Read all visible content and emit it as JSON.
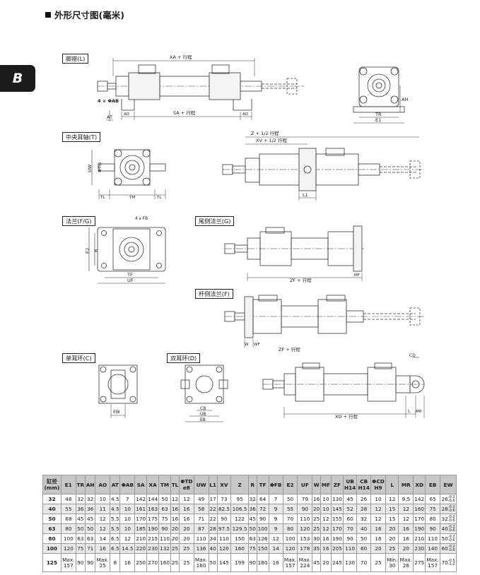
{
  "page": {
    "title": "外形尺寸图(毫米)",
    "section_tab": "B"
  },
  "views": {
    "foot": "脚座(L)",
    "center_trunnion": "中央耳轴(T)",
    "flange": "法兰(F/G)",
    "rear_flange": "尾侧法兰(G)",
    "rod_flange": "杆侧法兰(F)",
    "single_clevis": "单耳环(C)",
    "double_clevis": "双耳环(D)"
  },
  "dims": {
    "xa": "XA + 行程",
    "sa": "SA + 行程",
    "zf": "ZF + 行程",
    "zf_rear": "ZF + 行程",
    "z": "Z + 1/2 行程",
    "xv": "XV + 1/2 行程",
    "xd": "XD + 行程",
    "hole": "4 × ΦAB",
    "fb": "4 x FB",
    "at": "AT",
    "ao": "AO",
    "ao2": "AO",
    "tr": "TR",
    "e1": "E1",
    "ah": "AH",
    "uw": "UW",
    "td": "ΦTD",
    "tl": "TL",
    "tl2": "TL",
    "tm": "TM",
    "l1": "L1",
    "e2": "E2",
    "r": "R",
    "tf": "TF",
    "uf": "UF",
    "mf": "MF",
    "w": "W",
    "wf": "WF",
    "ew": "EW",
    "cb": "CB",
    "ub": "UB",
    "eb": "EB",
    "cd": "CD",
    "l": "L",
    "mr": "MR"
  },
  "table": {
    "headers": [
      {
        "label": "缸径",
        "sub": "(mm)"
      },
      {
        "label": "E1"
      },
      {
        "label": "TR"
      },
      {
        "label": "AH"
      },
      {
        "label": "AO"
      },
      {
        "label": "AT"
      },
      {
        "label": "ΦAB"
      },
      {
        "label": "SA"
      },
      {
        "label": "XA"
      },
      {
        "label": "TM"
      },
      {
        "label": "TL"
      },
      {
        "label": "ΦTD",
        "sub": "e8"
      },
      {
        "label": "UW"
      },
      {
        "label": "L1"
      },
      {
        "label": "XV"
      },
      {
        "label": "Z"
      },
      {
        "label": "R"
      },
      {
        "label": "TF"
      },
      {
        "label": "ΦFB"
      },
      {
        "label": "E2"
      },
      {
        "label": "UF"
      },
      {
        "label": "W"
      },
      {
        "label": "MF"
      },
      {
        "label": "ZF"
      },
      {
        "label": "UB",
        "sub": "H14"
      },
      {
        "label": "CB",
        "sub": "H14"
      },
      {
        "label": "ΦCD",
        "sub": "H9"
      },
      {
        "label": "L"
      },
      {
        "label": "MR"
      },
      {
        "label": "XD"
      },
      {
        "label": "EB"
      },
      {
        "label": "EW"
      }
    ],
    "rows": [
      {
        "bore": "32",
        "cells": [
          "48",
          "32",
          "32",
          "10",
          "4.5",
          "7",
          "142",
          "144",
          "50",
          "12",
          "12",
          "49",
          "17",
          "73",
          "95",
          "32",
          "64",
          "7",
          "50",
          "79",
          "16",
          "10",
          "130",
          "45",
          "26",
          "10",
          "12",
          "9.5",
          "142",
          "65"
        ],
        "ew": "26",
        "tol_up": "-0.2",
        "tol_dn": "-0.6"
      },
      {
        "bore": "40",
        "cells": [
          "55",
          "36",
          "36",
          "11",
          "4.5",
          "10",
          "161",
          "163",
          "63",
          "16",
          "16",
          "58",
          "22",
          "82.5",
          "106.5",
          "36",
          "72",
          "9",
          "55",
          "90",
          "20",
          "10",
          "145",
          "52",
          "28",
          "12",
          "15",
          "12",
          "160",
          "75"
        ],
        "ew": "28",
        "tol_up": "-0.2",
        "tol_dn": "-0.6"
      },
      {
        "bore": "50",
        "cells": [
          "68",
          "45",
          "45",
          "12",
          "5.5",
          "10",
          "170",
          "175",
          "75",
          "16",
          "16",
          "71",
          "22",
          "90",
          "122",
          "45",
          "90",
          "9",
          "70",
          "110",
          "25",
          "12",
          "155",
          "60",
          "32",
          "12",
          "15",
          "12",
          "170",
          "80"
        ],
        "ew": "32",
        "tol_up": "-0.2",
        "tol_dn": "-0.6"
      },
      {
        "bore": "63",
        "cells": [
          "80",
          "50",
          "50",
          "12",
          "5.5",
          "10",
          "185",
          "190",
          "90",
          "20",
          "20",
          "87",
          "28",
          "97.5",
          "129.5",
          "50",
          "100",
          "9",
          "80",
          "120",
          "25",
          "12",
          "170",
          "70",
          "40",
          "16",
          "20",
          "16",
          "190",
          "90"
        ],
        "ew": "40",
        "tol_up": "-0.2",
        "tol_dn": "-0.6"
      },
      {
        "bore": "80",
        "cells": [
          "100",
          "63",
          "63",
          "14",
          "6.5",
          "12",
          "210",
          "215",
          "110",
          "20",
          "20",
          "110",
          "34",
          "110",
          "150",
          "63",
          "126",
          "12",
          "100",
          "153",
          "30",
          "16",
          "190",
          "90",
          "50",
          "16",
          "20",
          "16",
          "210",
          "110"
        ],
        "ew": "50",
        "tol_up": "-0.2",
        "tol_dn": "-0.6"
      },
      {
        "bore": "100",
        "cells": [
          "120",
          "75",
          "71",
          "16",
          "6.5",
          "14.5",
          "220",
          "230",
          "132",
          "25",
          "25",
          "136",
          "40",
          "120",
          "160",
          "75",
          "150",
          "14",
          "120",
          "178",
          "35",
          "16",
          "205",
          "110",
          "60",
          "20",
          "25",
          "20",
          "230",
          "140"
        ],
        "ew": "60",
        "tol_up": "-0.2",
        "tol_dn": "-0.6"
      },
      {
        "bore": "125",
        "cells": [
          "Max. 157",
          "90",
          "90",
          "Max. 25",
          "8",
          "16",
          "250",
          "270",
          "160",
          "25",
          "25",
          "Max. 160",
          "50",
          "145",
          "199",
          "90",
          "180",
          "16",
          "Max. 157",
          "Max. 224",
          "45",
          "20",
          "245",
          "130",
          "70",
          "25",
          "Min. 30",
          "Max. 26",
          "275",
          "Max. 157"
        ],
        "ew": "70",
        "tol_up": "-0.5",
        "tol_dn": "-1.2"
      }
    ]
  }
}
